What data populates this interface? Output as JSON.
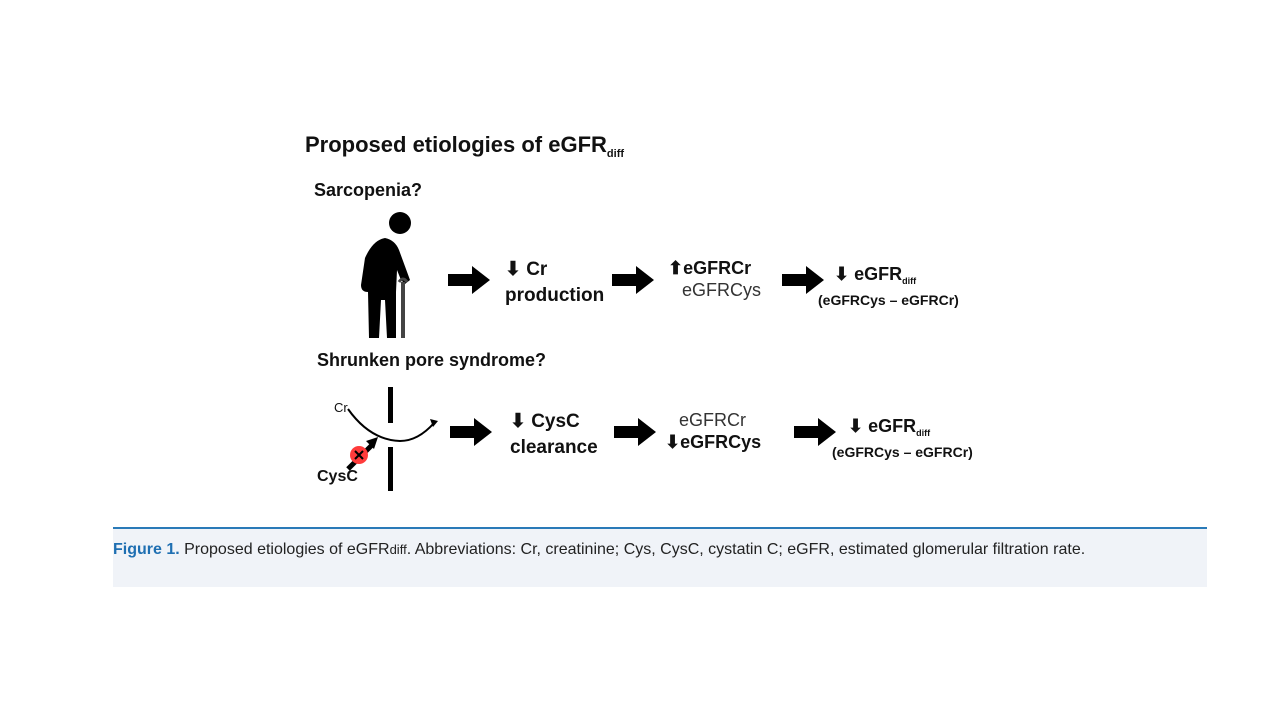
{
  "title": {
    "text": "Proposed etiologies of eGFR",
    "sub": "diff"
  },
  "row1": {
    "heading": "Sarcopenia?",
    "step_glyph": "⬇",
    "step_line1": "Cr",
    "step_line2": "production",
    "egfr_glyph": "⬆",
    "egfr_top": "eGFRCr",
    "egfr_bottom": "eGFRCys",
    "result_glyph": "⬇",
    "result_text": "eGFR",
    "result_sub": "diff",
    "result_note": "(eGFRCys – eGFRCr)"
  },
  "row2": {
    "heading": "Shrunken pore syndrome?",
    "pore_label_cr": "Cr",
    "pore_label_cysc": "CysC",
    "step_glyph": "⬇",
    "step_line1": "CysC",
    "step_line2": "clearance",
    "egfr_top": "eGFRCr",
    "egfr_glyph": "⬇",
    "egfr_bottom": "eGFRCys",
    "result_glyph": "⬇",
    "result_text": "eGFR",
    "result_sub": "diff",
    "result_note": "(eGFRCys – eGFRCr)"
  },
  "caption": {
    "label": "Figure 1.",
    "text_before_sub": " Proposed etiologies of eGFR",
    "sub": "diff",
    "text_after_sub": ". Abbreviations: Cr, creatinine; Cys, CysC, cystatin C; eGFR, estimated glomerular filtration rate."
  },
  "colors": {
    "accent": "#1f6fb2",
    "block": "#ff3b3b"
  },
  "icons": [
    "elderly-person-icon",
    "pore-barrier-icon",
    "block-x-icon",
    "right-arrow-icon"
  ]
}
